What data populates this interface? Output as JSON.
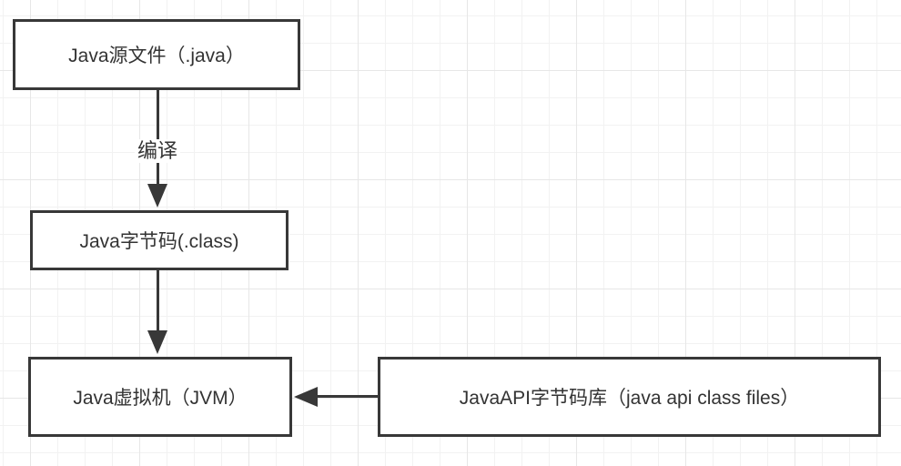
{
  "diagram": {
    "nodes": [
      {
        "id": "source",
        "label": "Java源文件（.java）"
      },
      {
        "id": "bytecode",
        "label": "Java字节码(.class)"
      },
      {
        "id": "jvm",
        "label": "Java虚拟机（JVM）"
      },
      {
        "id": "api",
        "label": "JavaAPI字节码库（java api class files）"
      }
    ],
    "edges": [
      {
        "from": "source",
        "to": "bytecode",
        "label": "编译",
        "direction": "down"
      },
      {
        "from": "bytecode",
        "to": "jvm",
        "label": "",
        "direction": "down"
      },
      {
        "from": "api",
        "to": "jvm",
        "label": "",
        "direction": "left"
      }
    ],
    "colors": {
      "stroke": "#383838",
      "text": "#333333",
      "node_fill": "#ffffff",
      "grid_minor": "#f2f2f2",
      "grid_major": "#e7e7e7",
      "background": "#ffffff"
    }
  }
}
